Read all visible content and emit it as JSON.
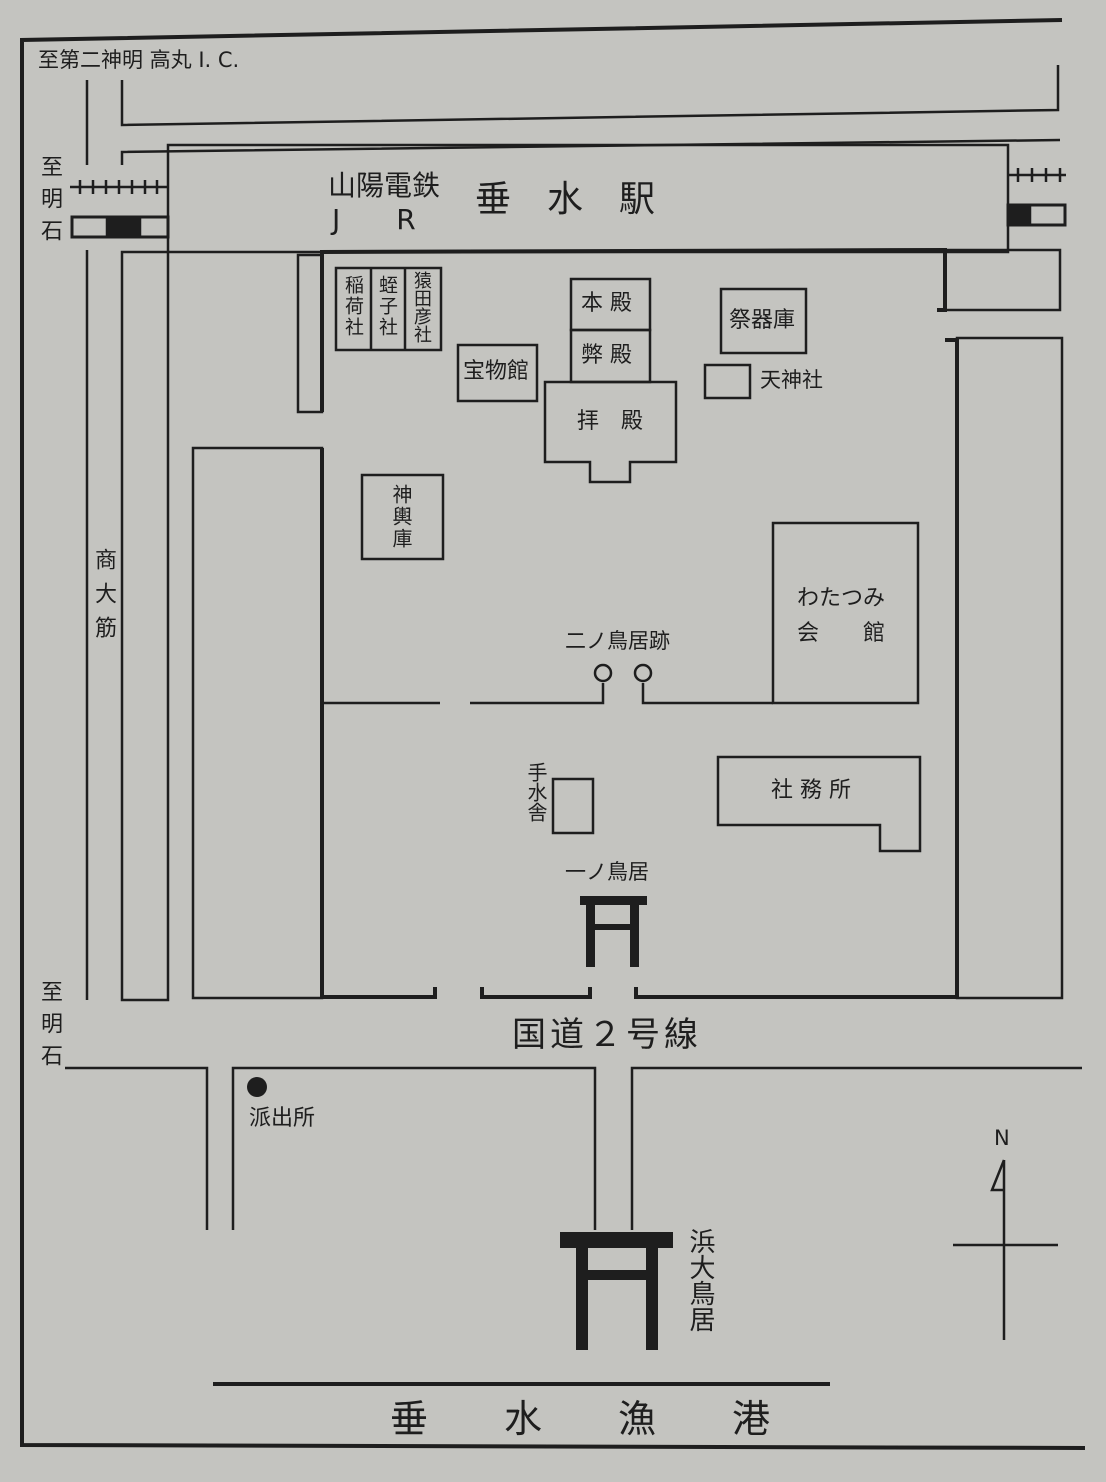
{
  "map": {
    "top_direction": "至第二神明 高丸 I. C.",
    "to_akashi_top": "至明石",
    "to_akashi_bottom": "至明石",
    "station_rail_1": "山陽電鉄",
    "station_rail_2": "J　　R",
    "station_name": "垂　水　駅",
    "street_left": "商大筋",
    "route": "国道２号線",
    "harbor": "垂　　水　　漁　　港",
    "north": "N"
  },
  "buildings": {
    "inari": "稲荷社",
    "ebisu": "蛭子社",
    "sarutahiko": "猿田彦社",
    "honden": "本 殿",
    "heiden": "弊 殿",
    "haiden": "拝　殿",
    "homotsukan": "宝物館",
    "saikiko": "祭器庫",
    "tenjinsha": "天神社",
    "mikoshiko": "神輿庫",
    "watatsumi_1": "わたつみ",
    "watatsumi_2": "会　　館",
    "ninotorii_ato": "二ノ鳥居跡",
    "shamusho": "社 務 所",
    "temizuya": "手水舎",
    "ichinotorii": "一ノ鳥居",
    "koban": "派出所",
    "hama_otorii": "浜大鳥居"
  },
  "colors": {
    "ink": "#1e1e1e",
    "paper": "#c4c4c0"
  }
}
